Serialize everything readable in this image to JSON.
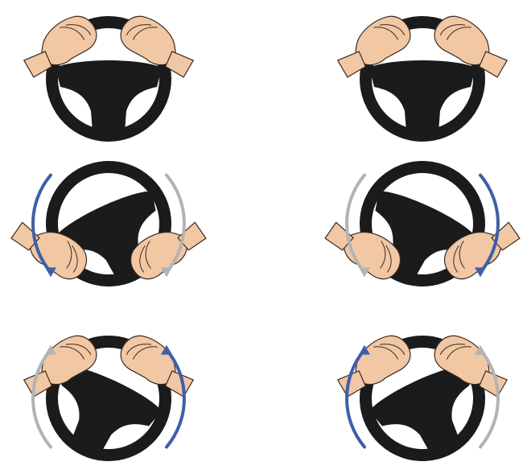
{
  "diagram": {
    "panels": [
      {
        "id": "left-hands-start",
        "rotation_deg": 0,
        "hands": "top",
        "arrows": []
      },
      {
        "id": "left-hands-turning",
        "rotation_deg": -25,
        "hands": "bottom",
        "arrows": [
          {
            "side": "left",
            "color": "blue",
            "direction": "down"
          },
          {
            "side": "right",
            "color": "grey",
            "direction": "down"
          }
        ]
      },
      {
        "id": "left-hands-returning",
        "rotation_deg": 25,
        "hands": "top",
        "arrows": [
          {
            "side": "left",
            "color": "grey",
            "direction": "up"
          },
          {
            "side": "right",
            "color": "blue",
            "direction": "up"
          }
        ]
      },
      {
        "id": "right-hands-start",
        "rotation_deg": 0,
        "hands": "top",
        "arrows": []
      },
      {
        "id": "right-hands-turning",
        "rotation_deg": 25,
        "hands": "bottom",
        "arrows": [
          {
            "side": "left",
            "color": "grey",
            "direction": "down"
          },
          {
            "side": "right",
            "color": "blue",
            "direction": "down"
          }
        ]
      },
      {
        "id": "right-hands-returning",
        "rotation_deg": -25,
        "hands": "top",
        "arrows": [
          {
            "side": "left",
            "color": "blue",
            "direction": "up"
          },
          {
            "side": "right",
            "color": "grey",
            "direction": "up"
          }
        ]
      }
    ],
    "colors": {
      "wheel": "#1b1b1b",
      "skin": "#f1c7a4",
      "skin_outline": "#3a2a20",
      "arrow_blue": "#3e5fa8",
      "arrow_grey": "#b3b3b3",
      "background": "#ffffff"
    }
  }
}
